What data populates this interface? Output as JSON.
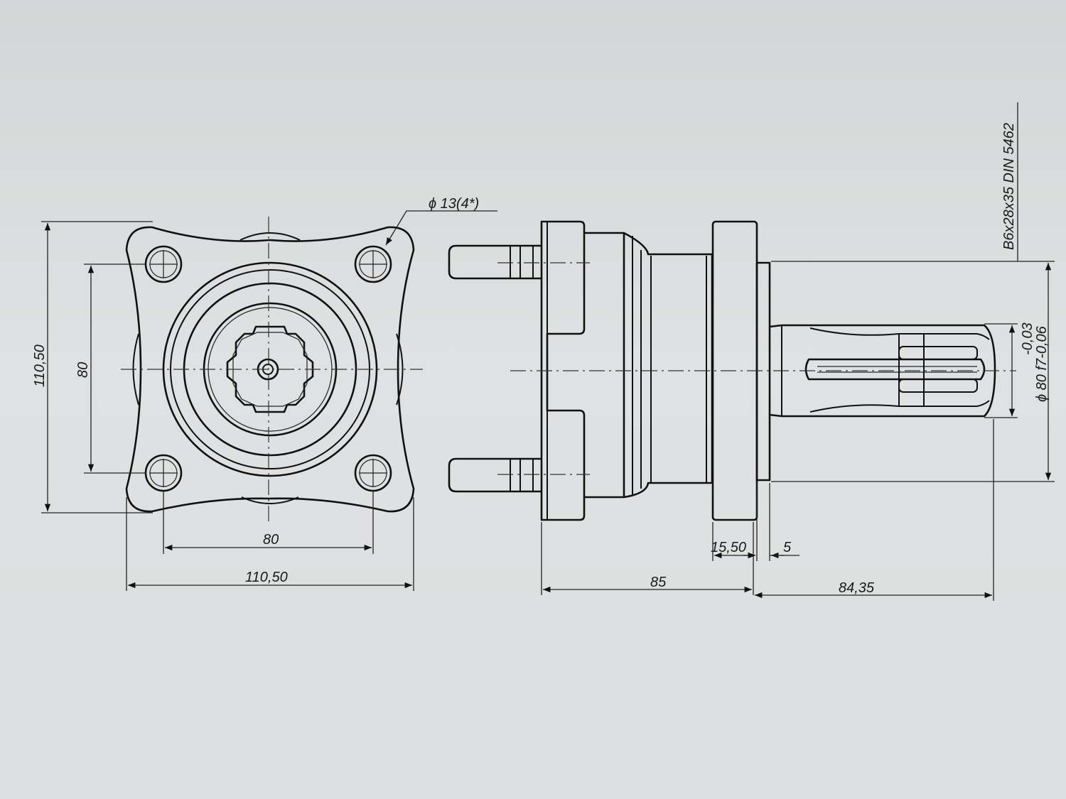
{
  "drawing": {
    "thread_spec": "B6x28x35 DIN 5462",
    "hole_callout": "ϕ 13(4*)",
    "front_view": {
      "height_overall": "110,50",
      "height_bolt_pitch": "80",
      "width_bolt_pitch": "80",
      "width_overall": "110,50"
    },
    "side_view": {
      "flange_thickness": "15,50",
      "pilot_length": "5",
      "body_length": "85",
      "shaft_length": "84,35",
      "shaft_tolerance_upper": "-0,03",
      "shaft_diameter_tolerance": "ϕ 80 f7-0,06"
    }
  },
  "colors": {
    "background": "#d9dbdc",
    "line": "#111111"
  }
}
